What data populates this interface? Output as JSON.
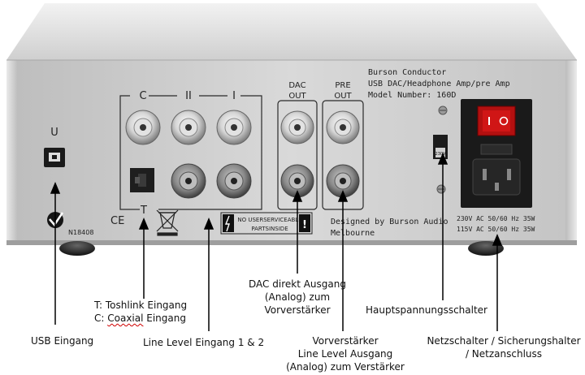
{
  "device": {
    "brand_line": "Burson Conductor",
    "desc_line": "USB DAC/Headphone Amp/pre Amp",
    "model_line": "Model Number: 160D",
    "designed_line1": "Designed by Burson Audio",
    "designed_line2": "Melbourne",
    "power_line1": "230V AC 50/60 Hz 35W",
    "power_line2": "115V AC 50/60 Hz 35W",
    "usb_label": "U",
    "toslink_label": "T",
    "input_c_label": "C",
    "input_2_label": "II",
    "input_1_label": "I",
    "dac_out_line1": "DAC",
    "dac_out_line2": "OUT",
    "pre_out_line1": "PRE",
    "pre_out_line2": "OUT",
    "warning_line1": "NO USERSERVICEABLE",
    "warning_line2": "PARTSINSIDE",
    "warning_mark": "!",
    "ce_mark": "CE",
    "cert_code": "N18408",
    "voltage_label": "230V"
  },
  "annotations": {
    "usb": "USB Eingang",
    "toslink_line1_prefix": "T: ",
    "toslink_line1_word": "Toshlink",
    "toslink_line1_rest": " Eingang",
    "toslink_line2_prefix": "C: ",
    "toslink_line2_word": "Coaxial",
    "toslink_line2_rest": " Eingang",
    "line_level": "Line Level Eingang 1 & 2",
    "dac_line1": "DAC direkt Ausgang",
    "dac_line2": "(Analog) zum",
    "dac_line3": "Vorverstärker",
    "pre_line1": "Vorverstärker",
    "pre_line2": "Line Level Ausgang",
    "pre_line3": "(Analog) zum Verstärker",
    "main_switch": "Hauptspannungsschalter",
    "power_line1": "Netzschalter / Sicherungshalter",
    "power_line2": "/ Netzanschluss"
  }
}
